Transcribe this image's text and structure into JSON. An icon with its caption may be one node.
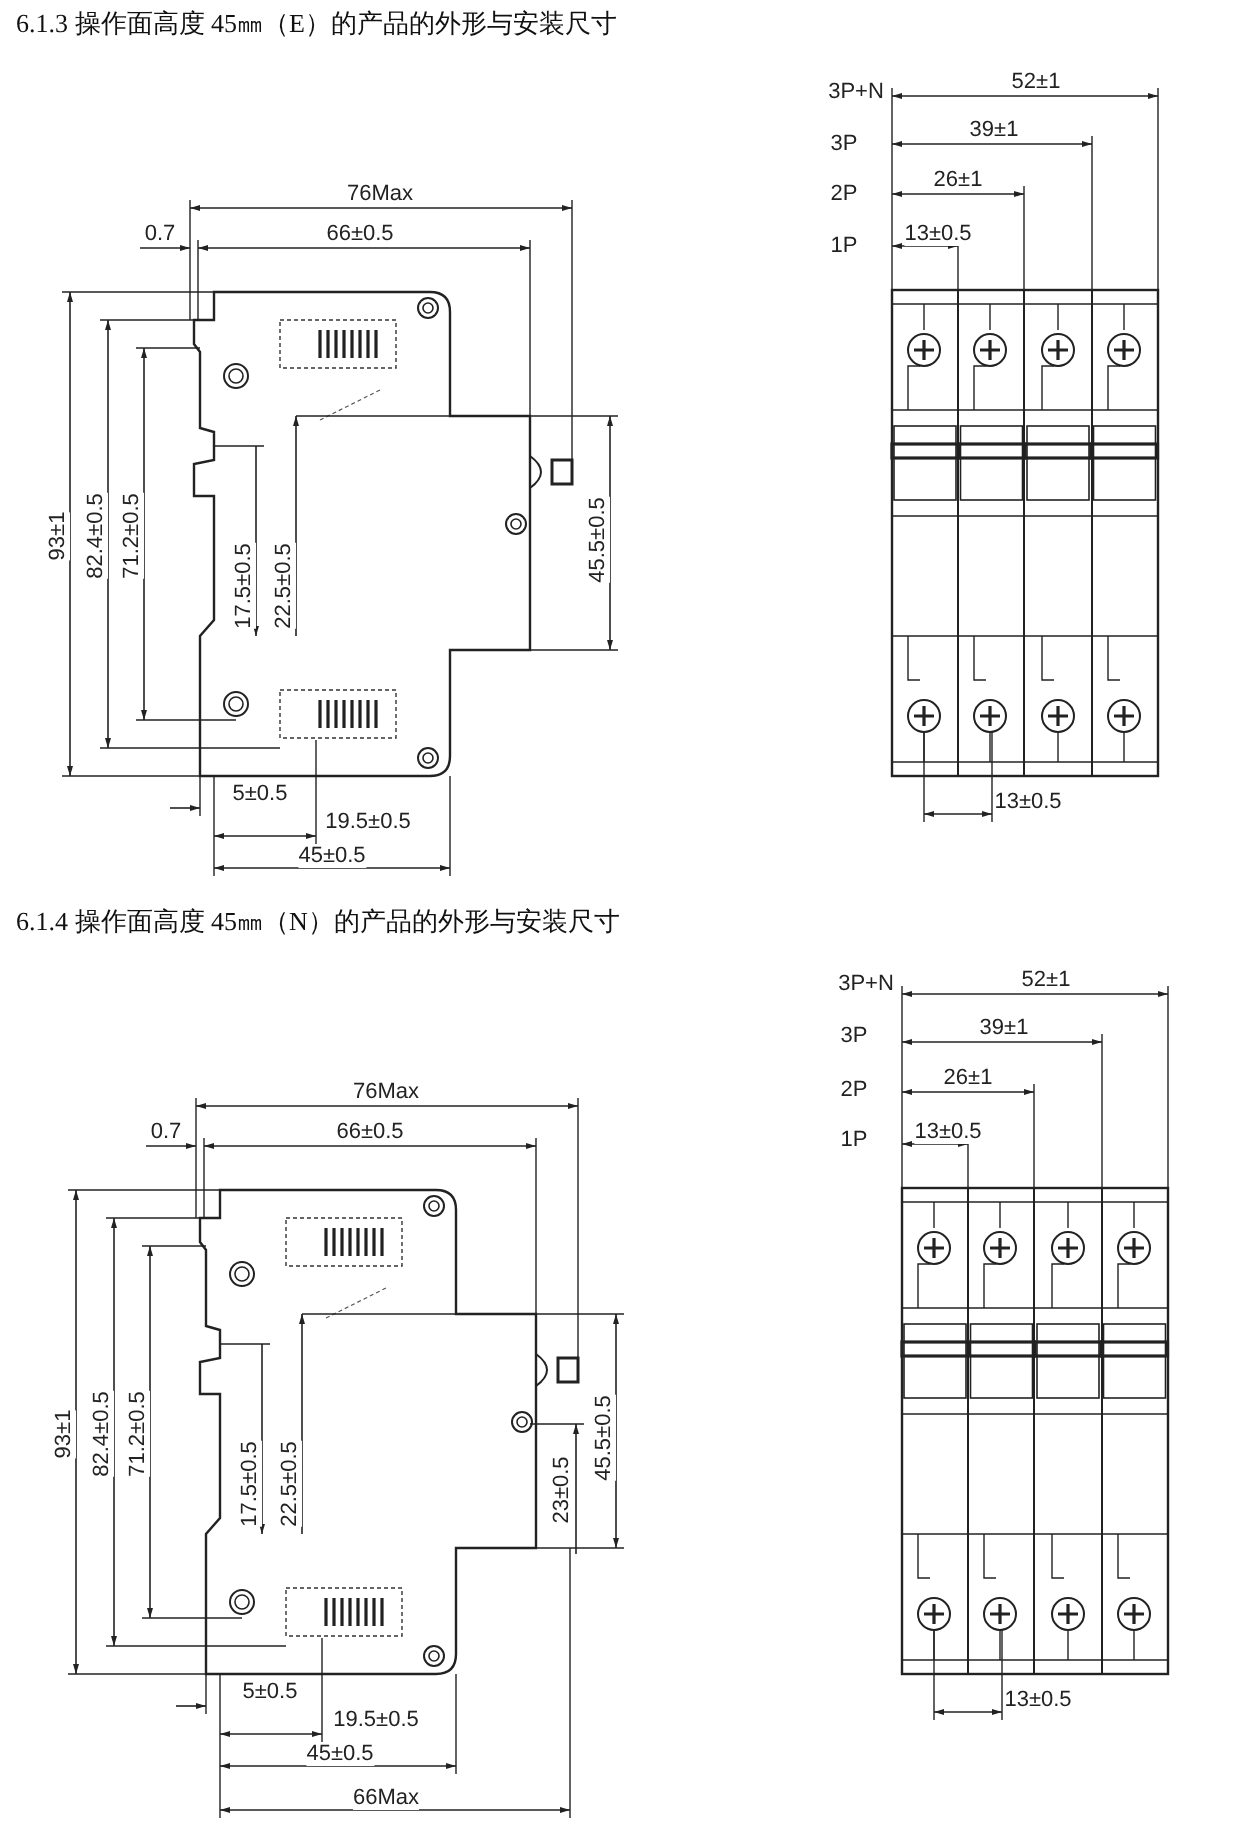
{
  "diagram": {
    "labels": [
      "6.1.3 操作面高度 45㎜（E）的产品的外形与安装尺寸",
      "76Max",
      "0.7",
      "66±0.5",
      "93±1",
      "82.4±0.5",
      "71.2±0.5",
      "17.5±0.5",
      "22.5±0.5",
      "45.5±0.5",
      "5±0.5",
      "19.5±0.5",
      "45±0.5",
      "3P+N",
      "52±1",
      "3P",
      "39±1",
      "2P",
      "26±1",
      "1P",
      "13±0.5",
      "13±0.5",
      "6.1.4 操作面高度 45㎜（N）的产品的外形与安装尺寸",
      "76Max",
      "0.7",
      "66±0.5",
      "93±1",
      "82.4±0.5",
      "71.2±0.5",
      "17.5±0.5",
      "22.5±0.5",
      "23±0.5",
      "45.5±0.5",
      "5±0.5",
      "19.5±0.5",
      "45±0.5",
      "66Max",
      "3P+N",
      "52±1",
      "3P",
      "39±1",
      "2P",
      "26±1",
      "1P",
      "13±0.5",
      "13±0.5"
    ]
  }
}
